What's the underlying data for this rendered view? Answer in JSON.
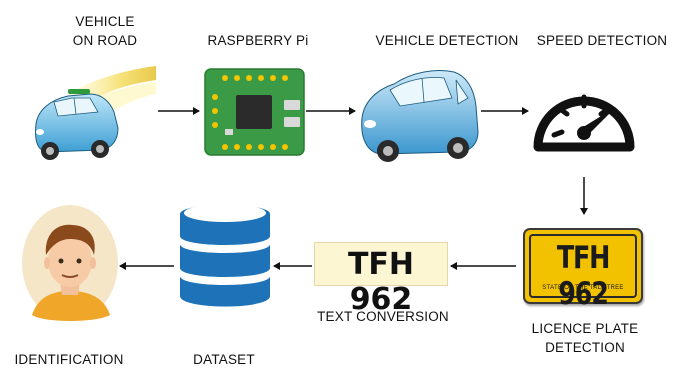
{
  "diagram": {
    "steps": [
      {
        "id": "vehicle-on-road",
        "label_lines": [
          "VEHICLE",
          "ON ROAD"
        ],
        "icon": "car-on-road-icon"
      },
      {
        "id": "raspberry-pi",
        "label_lines": [
          "RASPBERRY Pi"
        ],
        "icon": "circuit-board-icon"
      },
      {
        "id": "vehicle-detection",
        "label_lines": [
          "VEHICLE DETECTION"
        ],
        "icon": "car-icon"
      },
      {
        "id": "speed-detection",
        "label_lines": [
          "SPEED DETECTION"
        ],
        "icon": "speedometer-icon"
      },
      {
        "id": "licence-plate-detection",
        "label_lines": [
          "LICENCE PLATE",
          "DETECTION"
        ],
        "icon": "licence-plate-icon"
      },
      {
        "id": "text-conversion",
        "label_lines": [
          "TEXT CONVERSION"
        ],
        "icon": "plate-text-box"
      },
      {
        "id": "dataset",
        "label_lines": [
          "DATASET"
        ],
        "icon": "database-icon"
      },
      {
        "id": "identification",
        "label_lines": [
          "IDENTIFICATION"
        ],
        "icon": "person-avatar-icon"
      }
    ],
    "plate": {
      "number": "TFH 962",
      "state_text": "STATE OF THE TALL TREE",
      "plate_color": "#f2c200",
      "text_box_color": "#fdf6d3"
    },
    "flow": [
      "vehicle-on-road",
      "raspberry-pi",
      "vehicle-detection",
      "speed-detection",
      "licence-plate-detection",
      "text-conversion",
      "dataset",
      "identification"
    ]
  }
}
